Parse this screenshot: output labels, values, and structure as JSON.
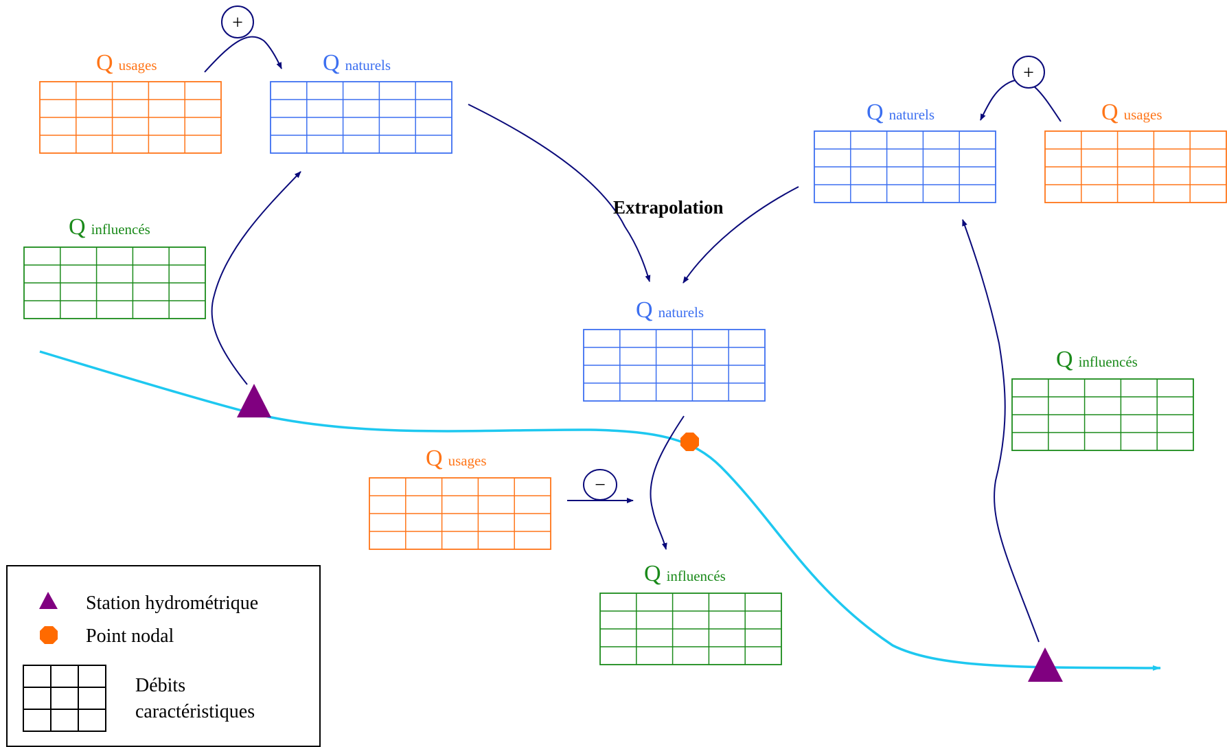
{
  "labels": {
    "q": "Q",
    "usages": "usages",
    "naturels": "naturels",
    "influences": "influencés",
    "extrapolation": "Extrapolation",
    "plus": "+",
    "minus": "−"
  },
  "legend": {
    "station": "Station hydrométrique",
    "nodal": "Point nodal",
    "debits_line1": "Débits",
    "debits_line2": "caractéristiques"
  },
  "colors": {
    "usages": "#ff7518",
    "naturels": "#3c6ff0",
    "influences": "#1a8a1a",
    "river": "#1ec8f0",
    "arrow": "#0a0a7a",
    "station": "#800080",
    "nodal": "#ff6a00",
    "legend_grid": "#000000"
  },
  "icons": {
    "station": "triangle-station-icon",
    "nodal": "octagon-nodal-icon"
  }
}
